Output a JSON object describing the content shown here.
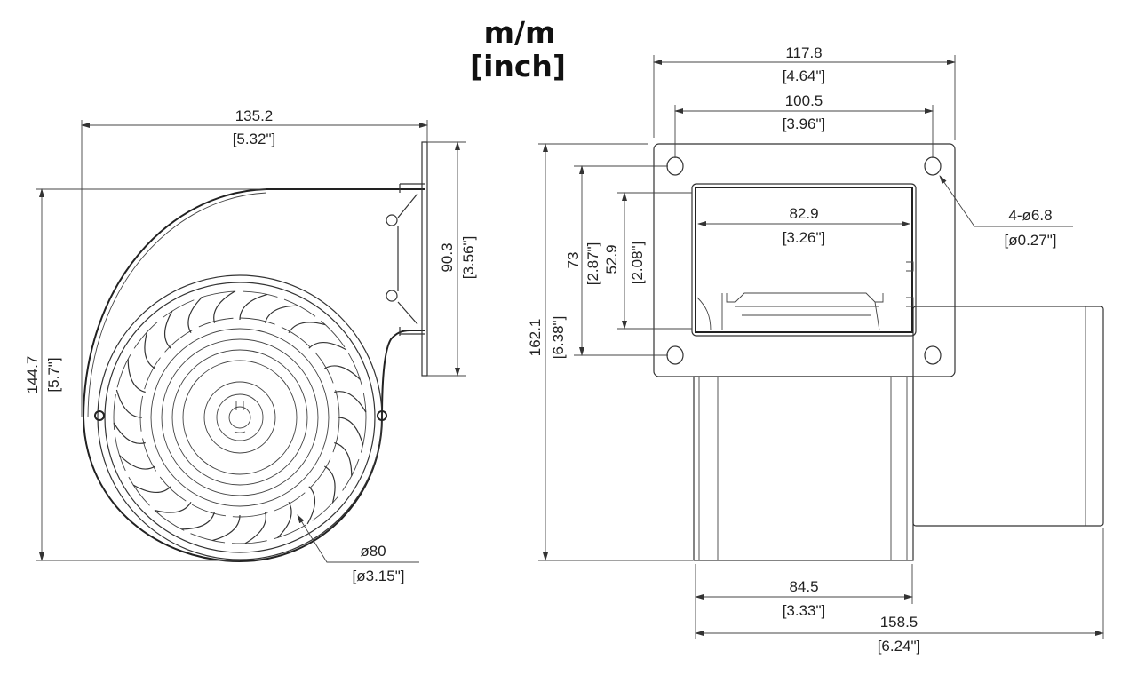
{
  "title": {
    "unit_metric": "m/m",
    "unit_imperial": "[inch]"
  },
  "side_view": {
    "overall_width": {
      "mm": "135.2",
      "inch": "[5.32\"]"
    },
    "overall_height": {
      "mm": "144.7",
      "inch": "[5.7\"]"
    },
    "outlet_flange_height": {
      "mm": "90.3",
      "inch": "[3.56\"]"
    },
    "inlet_diameter": {
      "mm": "ø80",
      "inch": "[ø3.15\"]"
    }
  },
  "front_view": {
    "flange_width": {
      "mm": "117.8",
      "inch": "[4.64\"]"
    },
    "hole_spacing_width": {
      "mm": "100.5",
      "inch": "[3.96\"]"
    },
    "outlet_width": {
      "mm": "82.9",
      "inch": "[3.26\"]"
    },
    "mounting_holes": {
      "mm": "4-ø6.8",
      "inch": "[ø0.27\"]"
    },
    "overall_height": {
      "mm": "162.1",
      "inch": "[6.38\"]"
    },
    "hole_spacing_height": {
      "mm": "73",
      "inch": "[2.87\"]"
    },
    "outlet_height": {
      "mm": "52.9",
      "inch": "[2.08\"]"
    },
    "housing_width": {
      "mm": "84.5",
      "inch": "[3.33\"]"
    },
    "overall_depth": {
      "mm": "158.5",
      "inch": "[6.24\"]"
    }
  }
}
